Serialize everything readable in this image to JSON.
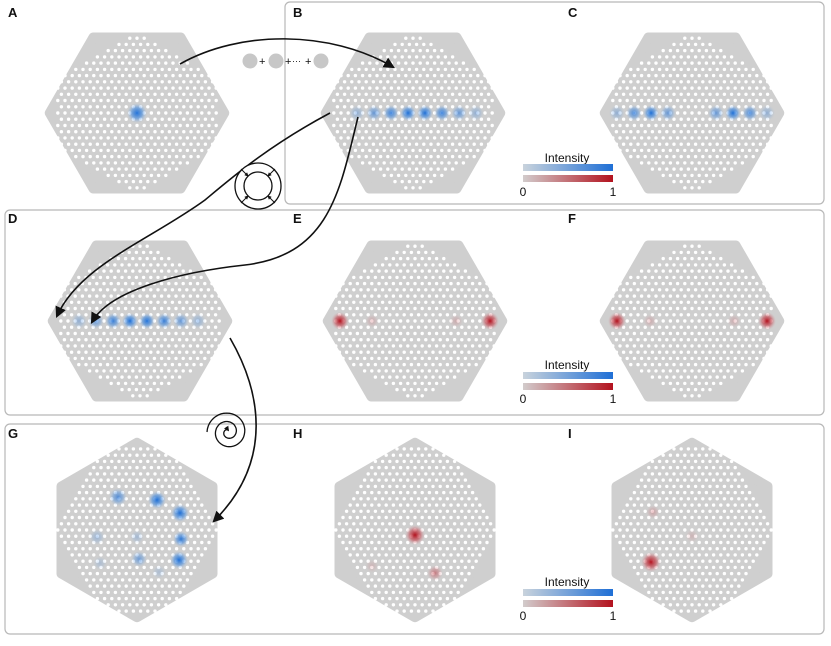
{
  "panels": {
    "A": "A",
    "B": "B",
    "C": "C",
    "D": "D",
    "E": "E",
    "F": "F",
    "G": "G",
    "H": "H",
    "I": "I"
  },
  "colorbar": {
    "title": "Intensity",
    "min": "0",
    "max": "1"
  },
  "superposition_symbols": {
    "plus1": "+",
    "plus2": "+",
    "dots": "···",
    "plus3": "+"
  },
  "colors": {
    "lattice": "#cfcfcf",
    "blue": "#1f6fd6",
    "red": "#b3121e",
    "frame": "#b8b8b8",
    "arrow": "#111111"
  },
  "icons": {
    "compress_icon": "circle-with-inward-arrows-icon",
    "spiral_icon": "spiral-icon"
  }
}
